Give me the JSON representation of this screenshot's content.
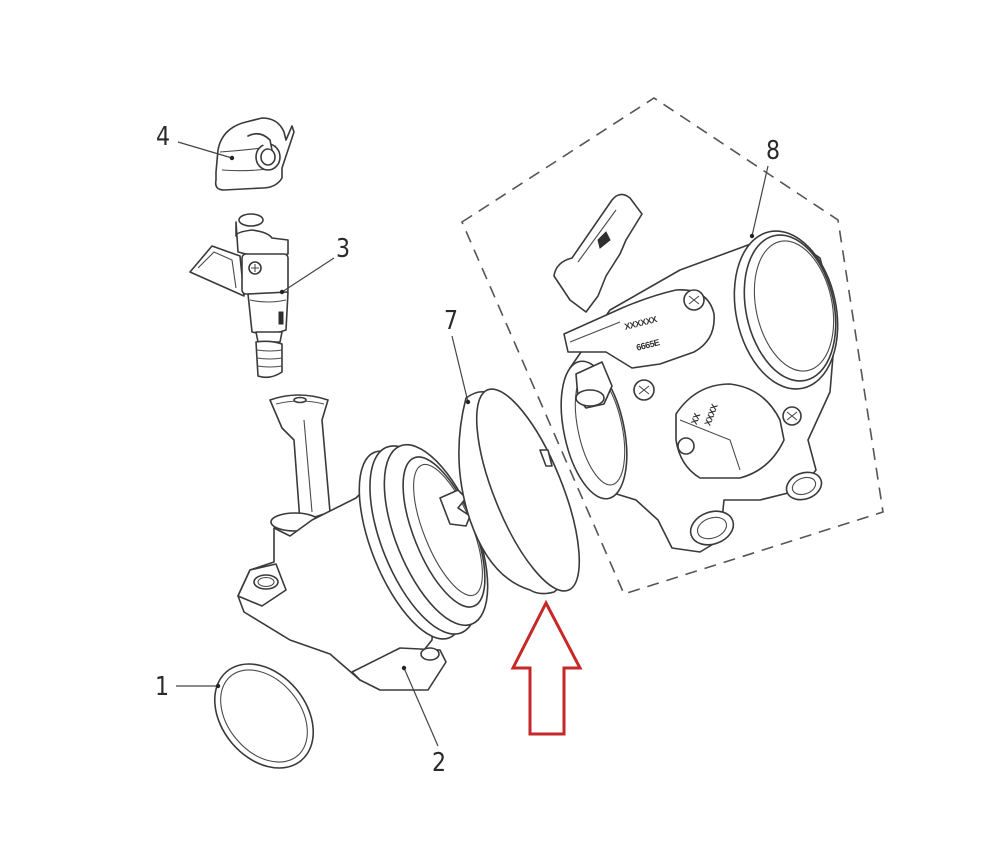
{
  "diagram": {
    "type": "exploded-parts-diagram",
    "background": "#ffffff",
    "line_color": "#3a3a3a",
    "highlight_color": "#c62828",
    "callouts": [
      {
        "id": "1",
        "label": "1",
        "part": "o-ring"
      },
      {
        "id": "2",
        "label": "2",
        "part": "intake-manifold"
      },
      {
        "id": "3",
        "label": "3",
        "part": "fuel-injector"
      },
      {
        "id": "4",
        "label": "4",
        "part": "injector-connector"
      },
      {
        "id": "7",
        "label": "7",
        "part": "clamp-band"
      },
      {
        "id": "8",
        "label": "8",
        "part": "throttle-body-assembly"
      }
    ],
    "markings": {
      "tps_line1": "XXXXXX",
      "tps_line2": "6665E",
      "sensor_line1": "XXXX",
      "sensor_line2": "XX"
    },
    "highlight": {
      "shape": "outline-arrow-up",
      "target": "7"
    },
    "group_outline": {
      "shape": "dashed-pentagon",
      "encloses": "8"
    }
  }
}
